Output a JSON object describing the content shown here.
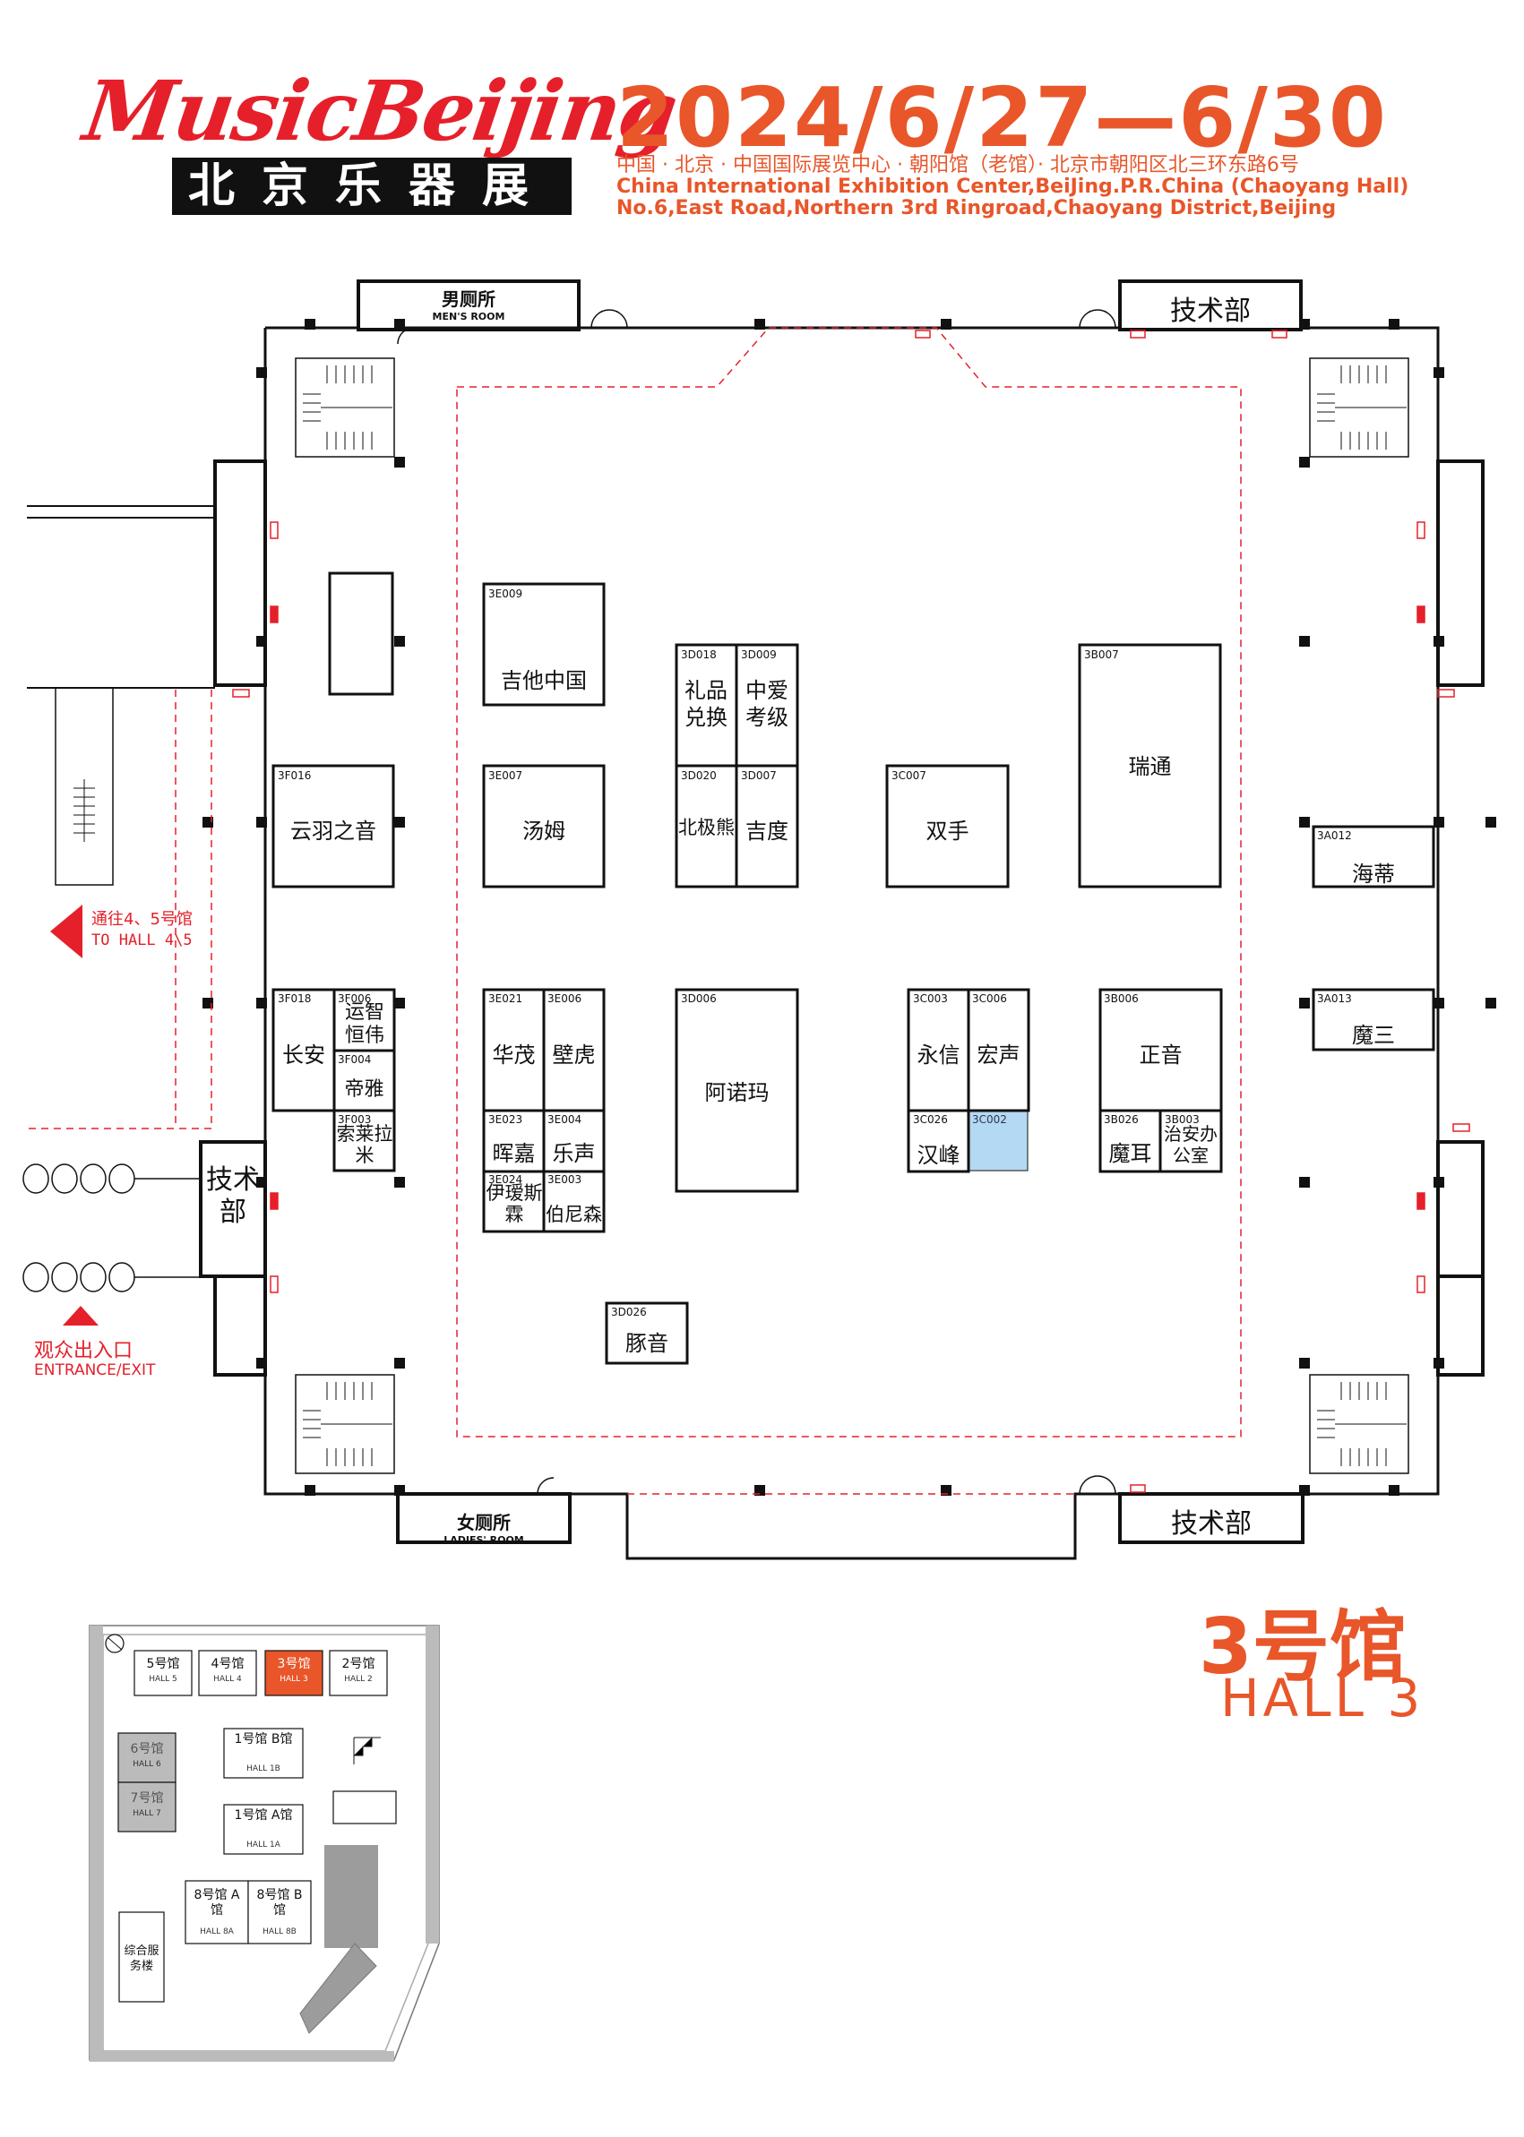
{
  "header": {
    "logo_text": "MusicBeijing",
    "logo_cn": "北京乐器展",
    "date": "2024/6/27—6/30",
    "address_cn": "中国 · 北京 · 中国国际展览中心 · 朝阳馆（老馆）· 北京市朝阳区北三环东路6号",
    "address_en1": "China International Exhibition Center,BeiJing.P.R.China (Chaoyang Hall)",
    "address_en2": "No.6,East Road,Northern 3rd Ringroad,Chaoyang District,Beijing"
  },
  "facilities": {
    "mens_room_cn": "男厕所",
    "mens_room_en": "MEN'S ROOM",
    "ladies_room_cn": "女厕所",
    "ladies_room_en": "LADIES' ROOM",
    "tech_top": "技术部",
    "tech_bottom": "技术部",
    "tech_left": "技术部"
  },
  "directions": {
    "to_hall_cn": "通往4、5号馆",
    "to_hall_en": "TO HALL 4\\5",
    "entrance_cn": "观众出入口",
    "entrance_en": "ENTRANCE/EXIT"
  },
  "hall_title": {
    "cn": "3号馆",
    "en": "HALL 3"
  },
  "booths": [
    {
      "code": "3E009",
      "name": "吉他中国"
    },
    {
      "code": "3E007",
      "name": "汤姆"
    },
    {
      "code": "3D018",
      "name": "礼品兑换"
    },
    {
      "code": "3D009",
      "name": "中爱考级"
    },
    {
      "code": "3D020",
      "name": "北极熊"
    },
    {
      "code": "3D007",
      "name": "吉度"
    },
    {
      "code": "3C007",
      "name": "双手"
    },
    {
      "code": "3B007",
      "name": "瑞通"
    },
    {
      "code": "3A012",
      "name": "海蒂"
    },
    {
      "code": "3F016",
      "name": "云羽之音"
    },
    {
      "code": "3F018",
      "name": "长安"
    },
    {
      "code": "3F006",
      "name": "运智恒伟"
    },
    {
      "code": "3F004",
      "name": "帝雅"
    },
    {
      "code": "3F003",
      "name": "索莱拉米"
    },
    {
      "code": "3E021",
      "name": "华茂"
    },
    {
      "code": "3E006",
      "name": "壁虎"
    },
    {
      "code": "3E023",
      "name": "晖嘉"
    },
    {
      "code": "3E004",
      "name": "乐声"
    },
    {
      "code": "3E024",
      "name": "伊瑷斯霖"
    },
    {
      "code": "3E003",
      "name": "伯尼森"
    },
    {
      "code": "3D006",
      "name": "阿诺玛"
    },
    {
      "code": "3C003",
      "name": "永信"
    },
    {
      "code": "3C006",
      "name": "宏声"
    },
    {
      "code": "3C026",
      "name": "汉峰"
    },
    {
      "code": "3C002",
      "name": ""
    },
    {
      "code": "3B006",
      "name": "正音"
    },
    {
      "code": "3B026",
      "name": "魔耳"
    },
    {
      "code": "3B003",
      "name": "治安办公室"
    },
    {
      "code": "3A013",
      "name": "魔三"
    },
    {
      "code": "3D026",
      "name": "豚音"
    }
  ],
  "minimap": {
    "halls": [
      {
        "cn": "5号馆",
        "en": "HALL 5"
      },
      {
        "cn": "4号馆",
        "en": "HALL 4"
      },
      {
        "cn": "3号馆",
        "en": "HALL 3"
      },
      {
        "cn": "2号馆",
        "en": "HALL 2"
      },
      {
        "cn": "6号馆",
        "en": "HALL 6"
      },
      {
        "cn": "7号馆",
        "en": "HALL 7"
      },
      {
        "cn": "1号馆 B馆",
        "en": "HALL 1B"
      },
      {
        "cn": "1号馆 A馆",
        "en": "HALL 1A"
      },
      {
        "cn": "8号馆 A馆",
        "en": "HALL 8A"
      },
      {
        "cn": "8号馆 B馆",
        "en": "HALL 8B"
      },
      {
        "cn": "综合服务楼",
        "en": ""
      }
    ]
  },
  "colors": {
    "accent_red": "#e5202a",
    "accent_orange": "#e8562a",
    "highlight_blue": "#b4d9f2",
    "wall": "#111111"
  }
}
